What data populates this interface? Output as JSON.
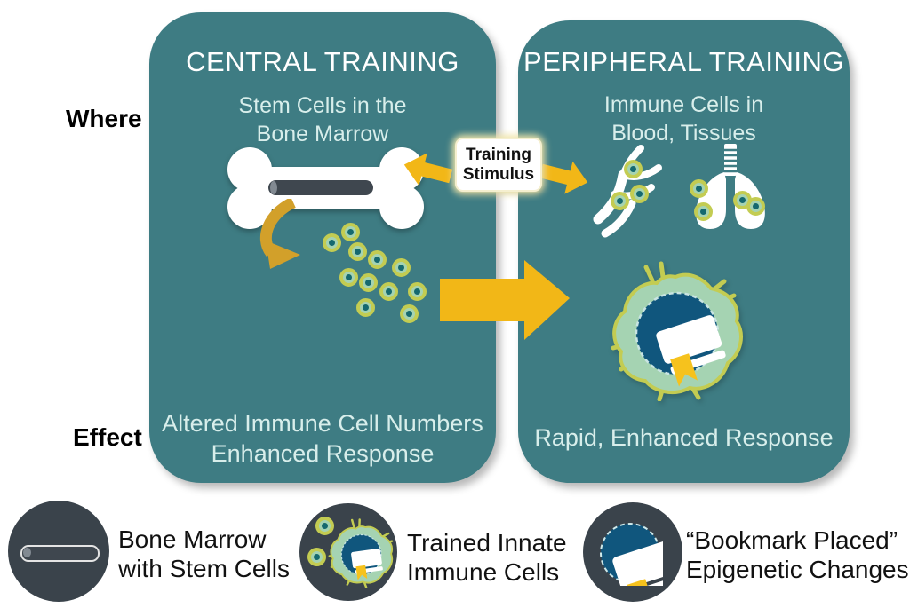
{
  "row_labels": {
    "where": "Where",
    "effect": "Effect"
  },
  "central": {
    "title": "CENTRAL TRAINING",
    "subtitle_line1": "Stem Cells in the",
    "subtitle_line2": "Bone Marrow",
    "effect_line1": "Altered Immune Cell Numbers",
    "effect_line2": "Enhanced Response"
  },
  "peripheral": {
    "title": "PERIPHERAL TRAINING",
    "subtitle_line1": "Immune Cells in",
    "subtitle_line2": "Blood, Tissues",
    "effect": "Rapid, Enhanced Response"
  },
  "stimulus": {
    "line1": "Training",
    "line2": "Stimulus"
  },
  "legend": [
    {
      "line1": "Bone Marrow",
      "line2": "with Stem Cells"
    },
    {
      "line1": "Trained Innate",
      "line2": "Immune Cells"
    },
    {
      "line1": "“Bookmark Placed”",
      "line2": "Epigenetic Changes"
    }
  ],
  "icons": {
    "bone": "bone-icon",
    "release_arrow": "curved-release-arrow-icon",
    "immune_cell": "immune-cell-icon",
    "blood_vessel": "blood-vessel-icon",
    "lungs": "lungs-icon",
    "trained_cell": "trained-innate-cell-icon",
    "book": "bookmarked-book-icon",
    "stimulus_arrows": "training-stimulus-arrows-icon",
    "flow_arrow": "central-to-peripheral-arrow-icon"
  },
  "colors": {
    "panel_teal": "#3E7C83",
    "light_text": "#D8EEEB",
    "arrow_yellow": "#F2B717",
    "curved_arrow_yellow": "#D2A02A",
    "cell_ring": "#C3CC52",
    "cell_body": "#A5D3B2",
    "cell_nucleus": "#15696F",
    "book_circle_blue": "#10567D",
    "bookmark_yellow": "#F6C21D",
    "legend_circle_slate": "#3A434B"
  }
}
